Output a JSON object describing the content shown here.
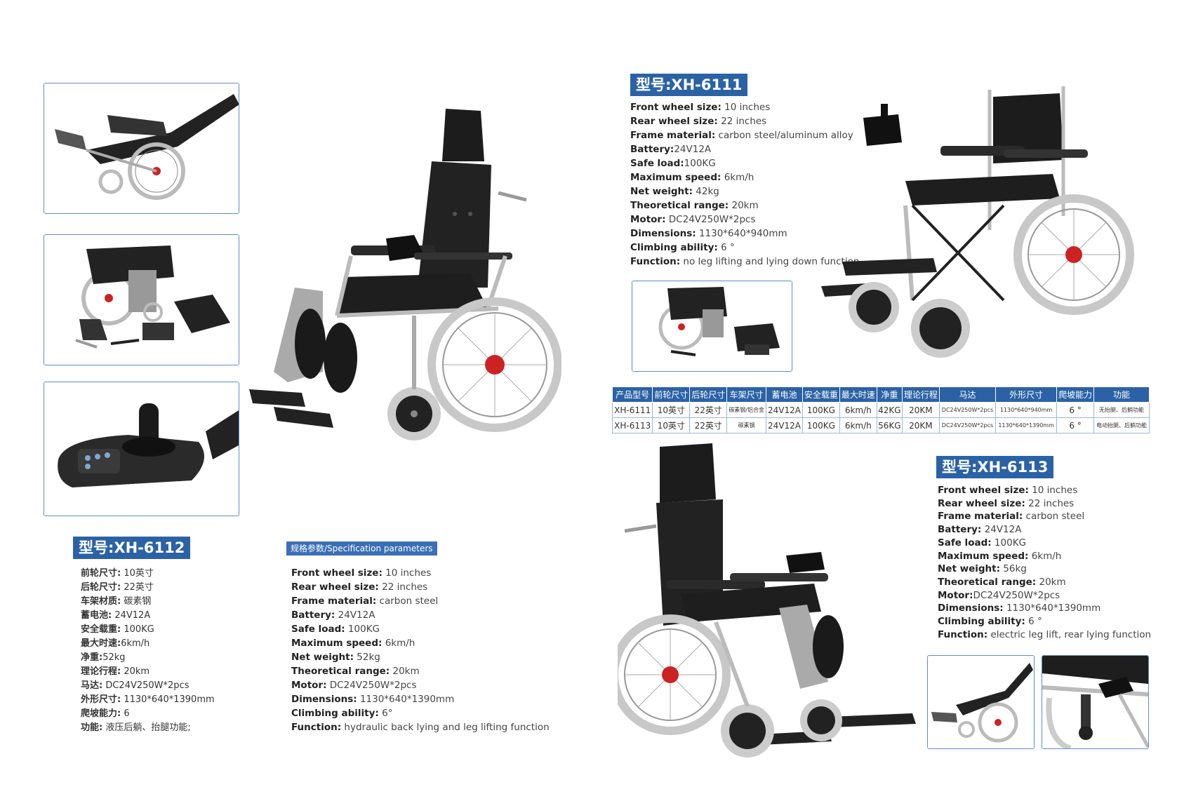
{
  "xh6111": {
    "badge": "型号:XH-6111",
    "specs": [
      {
        "k": "Front wheel size:",
        "v": " 10 inches"
      },
      {
        "k": "Rear wheel size:",
        "v": " 22 inches"
      },
      {
        "k": "Frame material:",
        "v": " carbon steel/aluminum alloy"
      },
      {
        "k": "Battery:",
        "v": "24V12A"
      },
      {
        "k": "Safe load:",
        "v": "100KG"
      },
      {
        "k": "Maximum speed:",
        "v": " 6km/h"
      },
      {
        "k": "Net weight:",
        "v": " 42kg"
      },
      {
        "k": "Theoretical range:",
        "v": " 20km"
      },
      {
        "k": "Motor:",
        "v": " DC24V250W*2pcs"
      },
      {
        "k": "Dimensions:",
        "v": " 1130*640*940mm"
      },
      {
        "k": "Climbing ability:",
        "v": " 6 °"
      },
      {
        "k": "Function:",
        "v": " no leg lifting and lying down function"
      }
    ]
  },
  "xh6112": {
    "badge": "型号:XH-6112",
    "specs_cn": [
      {
        "k": "前轮尺寸:",
        "v": " 10英寸"
      },
      {
        "k": "后轮尺寸:",
        "v": " 22英寸"
      },
      {
        "k": "车架材质:",
        "v": " 碳素钢"
      },
      {
        "k": "蓄电池:",
        "v": " 24V12A"
      },
      {
        "k": "安全载重:",
        "v": " 100KG"
      },
      {
        "k": "最大时速:",
        "v": "6km/h"
      },
      {
        "k": "净重:",
        "v": "52kg"
      },
      {
        "k": "理论行程:",
        "v": " 20km"
      },
      {
        "k": "马达:",
        "v": " DC24V250W*2pcs"
      },
      {
        "k": "外形尺寸:",
        "v": " 1130*640*1390mm"
      },
      {
        "k": "爬坡能力:",
        "v": " 6"
      },
      {
        "k": "功能:",
        "v": " 液压后躺、抬腿功能;"
      }
    ],
    "section_label": "规格参数/Specification parameters",
    "specs_en": [
      {
        "k": "Front wheel size:",
        "v": " 10 inches"
      },
      {
        "k": "Rear wheel size:",
        "v": " 22 inches"
      },
      {
        "k": "Frame material:",
        "v": " carbon steel"
      },
      {
        "k": "Battery:",
        "v": " 24V12A"
      },
      {
        "k": "Safe load:",
        "v": " 100KG"
      },
      {
        "k": "Maximum speed:",
        "v": " 6km/h"
      },
      {
        "k": "Net weight:",
        "v": " 52kg"
      },
      {
        "k": "Theoretical range:",
        "v": " 20km"
      },
      {
        "k": "Motor:",
        "v": " DC24V250W*2pcs"
      },
      {
        "k": "Dimensions:",
        "v": " 1130*640*1390mm"
      },
      {
        "k": "Climbing ability:",
        "v": " 6°"
      },
      {
        "k": "Function:",
        "v": " hydraulic back lying and leg lifting function"
      }
    ]
  },
  "xh6113": {
    "badge": "型号:XH-6113",
    "specs": [
      {
        "k": "Front wheel   size:",
        "v": " 10 inches"
      },
      {
        "k": "Rear wheel    size:",
        "v": " 22 inches"
      },
      {
        "k": "Frame material:",
        "v": " carbon steel"
      },
      {
        "k": "Battery:",
        "v": " 24V12A"
      },
      {
        "k": "Safe load:",
        "v": " 100KG"
      },
      {
        "k": "Maximum speed:",
        "v": " 6km/h"
      },
      {
        "k": "Net weight:",
        "v": " 56kg"
      },
      {
        "k": "Theoretical range:",
        "v": " 20km"
      },
      {
        "k": "Motor:",
        "v": "DC24V250W*2pcs"
      },
      {
        "k": "Dimensions:",
        "v": " 1130*640*1390mm"
      },
      {
        "k": "Climbing ability:",
        "v": " 6 °"
      },
      {
        "k": "Function:",
        "v": " electric leg lift, rear lying function"
      }
    ]
  },
  "table": {
    "headers": [
      "产品型号",
      "前轮尺寸",
      "后轮尺寸",
      "车架尺寸",
      "蓄电池",
      "安全载重",
      "最大时速",
      "净重",
      "理论行程",
      "马达",
      "外形尺寸",
      "爬坡能力",
      "功能"
    ],
    "rows": [
      [
        "XH-6111",
        "10英寸",
        "22英寸",
        "碳素钢/铝合金",
        "24V12A",
        "100KG",
        "6km/h",
        "42KG",
        "20KM",
        "DC24V250W*2pcs",
        "1130*640*940mm",
        "6 °",
        "无抬腿、后躺功能"
      ],
      [
        "XH-6113",
        "10英寸",
        "22英寸",
        "碳素钢",
        "24V12A",
        "100KG",
        "6km/h",
        "56KG",
        "20KM",
        "DC24V250W*2pcs",
        "1130*640*1390mm",
        "6 °",
        "电动抬腿、后躺功能"
      ]
    ]
  },
  "colors": {
    "accent": "#2b62a6",
    "thumb_border": "#5b8ec7"
  }
}
